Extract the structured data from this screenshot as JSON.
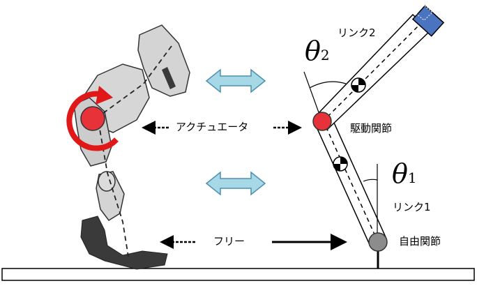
{
  "labels": {
    "actuator": "アクチュエータ",
    "free": "フリー",
    "drive_joint": "駆動関節",
    "free_joint": "自由関節",
    "link1": "リンク1",
    "link2": "リンク2",
    "theta_symbol": "θ",
    "theta1_sub": "1",
    "theta2_sub": "2"
  },
  "colors": {
    "drive_joint": "#e8323a",
    "free_joint": "#8c8c8c",
    "end_block": "#4a73c0",
    "double_arrow": "#a6d8e6",
    "double_arrow_stroke": "#4a8fb0",
    "rotation_arrow": "#e01818",
    "robot_body": "#d4d4d4",
    "foot": "#3a3a3a"
  },
  "icons": [
    "double-arrow-icon",
    "rotation-arrow-icon",
    "center-of-mass-icon"
  ]
}
